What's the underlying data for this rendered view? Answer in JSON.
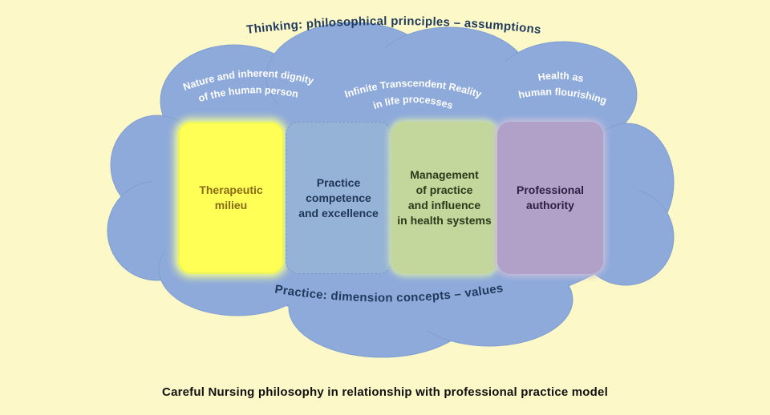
{
  "diagram": {
    "top_label": "Thinking: philosophical principles – assumptions",
    "principles": [
      {
        "line1": "Nature and inherent dignity",
        "line2": "of the human person"
      },
      {
        "line1": "Infinite Transcendent Reality",
        "line2": "in life processes"
      },
      {
        "line1": "Health as",
        "line2": "human flourishing"
      }
    ],
    "boxes": [
      {
        "label": "Therapeutic\nmilieu"
      },
      {
        "label": "Practice\ncompetence\nand excellence"
      },
      {
        "label": "Management\nof practice\nand influence\nin health systems"
      },
      {
        "label": "Professional\nauthority"
      }
    ],
    "bottom_label": "Practice: dimension concepts – values",
    "caption": "Careful Nursing philosophy in relationship with professional practice model"
  },
  "colors": {
    "background": "#fdf8c8",
    "cloud": "#8eaadb",
    "box_1": "#ffff55",
    "box_2": "#95b3d7",
    "box_3": "#c3d69b",
    "box_4": "#b1a0c7",
    "text_dark_blue": "#1f3a5c"
  }
}
